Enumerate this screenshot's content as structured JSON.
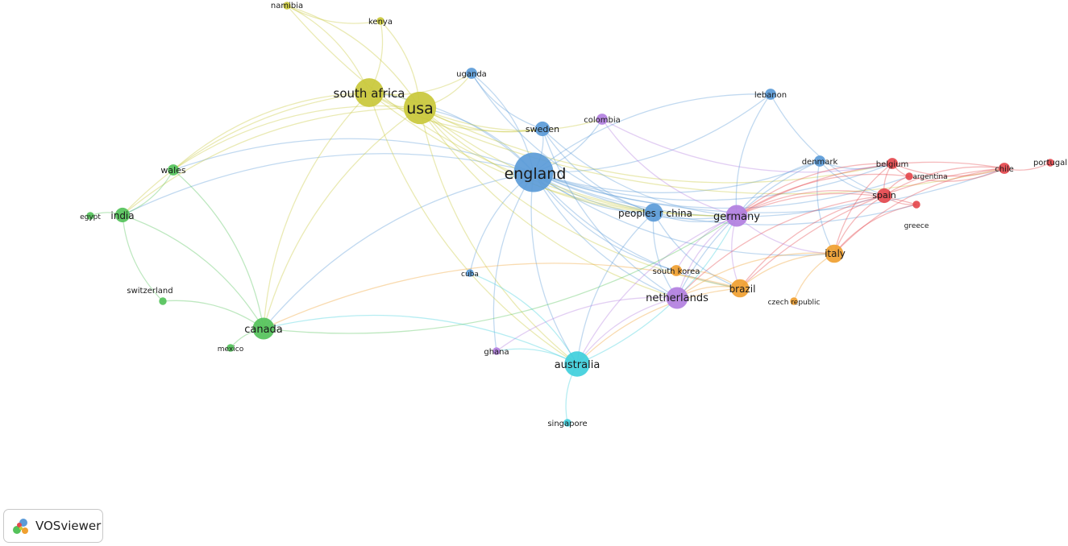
{
  "diagram": {
    "type": "network",
    "clusters": {
      "yellow": "#c9c83a",
      "blue": "#5b9bd8",
      "green": "#54c25a",
      "red": "#e4484d",
      "purple": "#b27fe0",
      "orange": "#f0a030",
      "cyan": "#3fcfdc"
    },
    "nodes": [
      {
        "id": "england",
        "label": "england",
        "cluster": "blue",
        "weight": 10
      },
      {
        "id": "usa",
        "label": "usa",
        "cluster": "yellow",
        "weight": 8
      },
      {
        "id": "south-africa",
        "label": "south africa",
        "cluster": "yellow",
        "weight": 7
      },
      {
        "id": "namibia",
        "label": "namibia",
        "cluster": "yellow",
        "weight": 1
      },
      {
        "id": "kenya",
        "label": "kenya",
        "cluster": "yellow",
        "weight": 1
      },
      {
        "id": "uganda",
        "label": "uganda",
        "cluster": "blue",
        "weight": 2
      },
      {
        "id": "sweden",
        "label": "sweden",
        "cluster": "blue",
        "weight": 3
      },
      {
        "id": "colombia",
        "label": "colombia",
        "cluster": "purple",
        "weight": 2
      },
      {
        "id": "lebanon",
        "label": "lebanon",
        "cluster": "blue",
        "weight": 2
      },
      {
        "id": "denmark",
        "label": "denmark",
        "cluster": "blue",
        "weight": 2
      },
      {
        "id": "belgium",
        "label": "belgium",
        "cluster": "red",
        "weight": 2
      },
      {
        "id": "argentina",
        "label": "argentina",
        "cluster": "red",
        "weight": 1
      },
      {
        "id": "chile",
        "label": "chile",
        "cluster": "red",
        "weight": 2
      },
      {
        "id": "portugal",
        "label": "portugal",
        "cluster": "red",
        "weight": 1
      },
      {
        "id": "spain",
        "label": "spain",
        "cluster": "red",
        "weight": 3
      },
      {
        "id": "greece",
        "label": "greece",
        "cluster": "red",
        "weight": 1
      },
      {
        "id": "peoples-r-china",
        "label": "peoples r china",
        "cluster": "blue",
        "weight": 4
      },
      {
        "id": "germany",
        "label": "germany",
        "cluster": "purple",
        "weight": 5
      },
      {
        "id": "italy",
        "label": "italy",
        "cluster": "orange",
        "weight": 4
      },
      {
        "id": "south-korea",
        "label": "south korea",
        "cluster": "orange",
        "weight": 2
      },
      {
        "id": "brazil",
        "label": "brazil",
        "cluster": "orange",
        "weight": 4
      },
      {
        "id": "czech-republic",
        "label": "czech republic",
        "cluster": "orange",
        "weight": 1
      },
      {
        "id": "netherlands",
        "label": "netherlands",
        "cluster": "purple",
        "weight": 5
      },
      {
        "id": "australia",
        "label": "australia",
        "cluster": "cyan",
        "weight": 6
      },
      {
        "id": "singapore",
        "label": "singapore",
        "cluster": "cyan",
        "weight": 1
      },
      {
        "id": "ghana",
        "label": "ghana",
        "cluster": "purple",
        "weight": 1
      },
      {
        "id": "cuba",
        "label": "cuba",
        "cluster": "blue",
        "weight": 1
      },
      {
        "id": "wales",
        "label": "wales",
        "cluster": "green",
        "weight": 2
      },
      {
        "id": "india",
        "label": "india",
        "cluster": "green",
        "weight": 3
      },
      {
        "id": "egypt",
        "label": "egypt",
        "cluster": "green",
        "weight": 1
      },
      {
        "id": "switzerland",
        "label": "switzerland",
        "cluster": "green",
        "weight": 1
      },
      {
        "id": "canada",
        "label": "canada",
        "cluster": "green",
        "weight": 5
      },
      {
        "id": "mexico",
        "label": "mexico",
        "cluster": "green",
        "weight": 1
      }
    ],
    "edges": [
      [
        "england",
        "usa"
      ],
      [
        "england",
        "south-africa"
      ],
      [
        "england",
        "sweden"
      ],
      [
        "england",
        "uganda"
      ],
      [
        "england",
        "colombia"
      ],
      [
        "england",
        "lebanon"
      ],
      [
        "england",
        "denmark"
      ],
      [
        "england",
        "belgium"
      ],
      [
        "england",
        "spain"
      ],
      [
        "england",
        "chile"
      ],
      [
        "england",
        "peoples-r-china"
      ],
      [
        "england",
        "germany"
      ],
      [
        "england",
        "italy"
      ],
      [
        "england",
        "brazil"
      ],
      [
        "england",
        "netherlands"
      ],
      [
        "england",
        "australia"
      ],
      [
        "england",
        "canada"
      ],
      [
        "england",
        "india"
      ],
      [
        "england",
        "wales"
      ],
      [
        "england",
        "cuba"
      ],
      [
        "england",
        "ghana"
      ],
      [
        "england",
        "south-korea"
      ],
      [
        "england",
        "greece"
      ],
      [
        "england",
        "argentina"
      ],
      [
        "usa",
        "south-africa"
      ],
      [
        "usa",
        "namibia"
      ],
      [
        "usa",
        "kenya"
      ],
      [
        "usa",
        "uganda"
      ],
      [
        "usa",
        "sweden"
      ],
      [
        "usa",
        "wales"
      ],
      [
        "usa",
        "india"
      ],
      [
        "usa",
        "canada"
      ],
      [
        "usa",
        "australia"
      ],
      [
        "usa",
        "germany"
      ],
      [
        "usa",
        "peoples-r-china"
      ],
      [
        "usa",
        "netherlands"
      ],
      [
        "usa",
        "brazil"
      ],
      [
        "usa",
        "colombia"
      ],
      [
        "usa",
        "belgium"
      ],
      [
        "south-africa",
        "namibia"
      ],
      [
        "south-africa",
        "kenya"
      ],
      [
        "south-africa",
        "wales"
      ],
      [
        "south-africa",
        "india"
      ],
      [
        "south-africa",
        "canada"
      ],
      [
        "south-africa",
        "australia"
      ],
      [
        "south-africa",
        "chile"
      ],
      [
        "south-africa",
        "uganda"
      ],
      [
        "south-africa",
        "germany"
      ],
      [
        "south-africa",
        "sweden"
      ],
      [
        "namibia",
        "kenya"
      ],
      [
        "namibia",
        "peoples-r-china"
      ],
      [
        "uganda",
        "sweden"
      ],
      [
        "uganda",
        "peoples-r-china"
      ],
      [
        "sweden",
        "germany"
      ],
      [
        "sweden",
        "peoples-r-china"
      ],
      [
        "sweden",
        "netherlands"
      ],
      [
        "colombia",
        "germany"
      ],
      [
        "colombia",
        "belgium"
      ],
      [
        "lebanon",
        "england"
      ],
      [
        "lebanon",
        "germany"
      ],
      [
        "lebanon",
        "spain"
      ],
      [
        "denmark",
        "germany"
      ],
      [
        "denmark",
        "spain"
      ],
      [
        "denmark",
        "belgium"
      ],
      [
        "denmark",
        "italy"
      ],
      [
        "denmark",
        "netherlands"
      ],
      [
        "belgium",
        "chile"
      ],
      [
        "belgium",
        "spain"
      ],
      [
        "belgium",
        "germany"
      ],
      [
        "belgium",
        "italy"
      ],
      [
        "belgium",
        "argentina"
      ],
      [
        "argentina",
        "chile"
      ],
      [
        "argentina",
        "spain"
      ],
      [
        "argentina",
        "germany"
      ],
      [
        "chile",
        "portugal"
      ],
      [
        "chile",
        "spain"
      ],
      [
        "chile",
        "germany"
      ],
      [
        "chile",
        "italy"
      ],
      [
        "chile",
        "brazil"
      ],
      [
        "spain",
        "germany"
      ],
      [
        "spain",
        "italy"
      ],
      [
        "spain",
        "greece"
      ],
      [
        "spain",
        "brazil"
      ],
      [
        "spain",
        "netherlands"
      ],
      [
        "greece",
        "germany"
      ],
      [
        "greece",
        "italy"
      ],
      [
        "peoples-r-china",
        "germany"
      ],
      [
        "peoples-r-china",
        "australia"
      ],
      [
        "peoples-r-china",
        "netherlands"
      ],
      [
        "peoples-r-china",
        "brazil"
      ],
      [
        "germany",
        "netherlands"
      ],
      [
        "germany",
        "italy"
      ],
      [
        "germany",
        "brazil"
      ],
      [
        "germany",
        "australia"
      ],
      [
        "germany",
        "south-korea"
      ],
      [
        "italy",
        "brazil"
      ],
      [
        "italy",
        "netherlands"
      ],
      [
        "italy",
        "czech-republic"
      ],
      [
        "brazil",
        "netherlands"
      ],
      [
        "brazil",
        "south-korea"
      ],
      [
        "brazil",
        "australia"
      ],
      [
        "brazil",
        "canada"
      ],
      [
        "netherlands",
        "australia"
      ],
      [
        "netherlands",
        "ghana"
      ],
      [
        "australia",
        "singapore"
      ],
      [
        "australia",
        "canada"
      ],
      [
        "australia",
        "cuba"
      ],
      [
        "australia",
        "ghana"
      ],
      [
        "australia",
        "germany"
      ],
      [
        "canada",
        "india"
      ],
      [
        "canada",
        "switzerland"
      ],
      [
        "canada",
        "mexico"
      ],
      [
        "canada",
        "wales"
      ],
      [
        "canada",
        "germany"
      ],
      [
        "india",
        "egypt"
      ],
      [
        "india",
        "wales"
      ],
      [
        "india",
        "switzerland"
      ]
    ]
  },
  "branding": {
    "badge_label": "VOSviewer",
    "logo_icon": "vosviewer-logo-icon"
  }
}
